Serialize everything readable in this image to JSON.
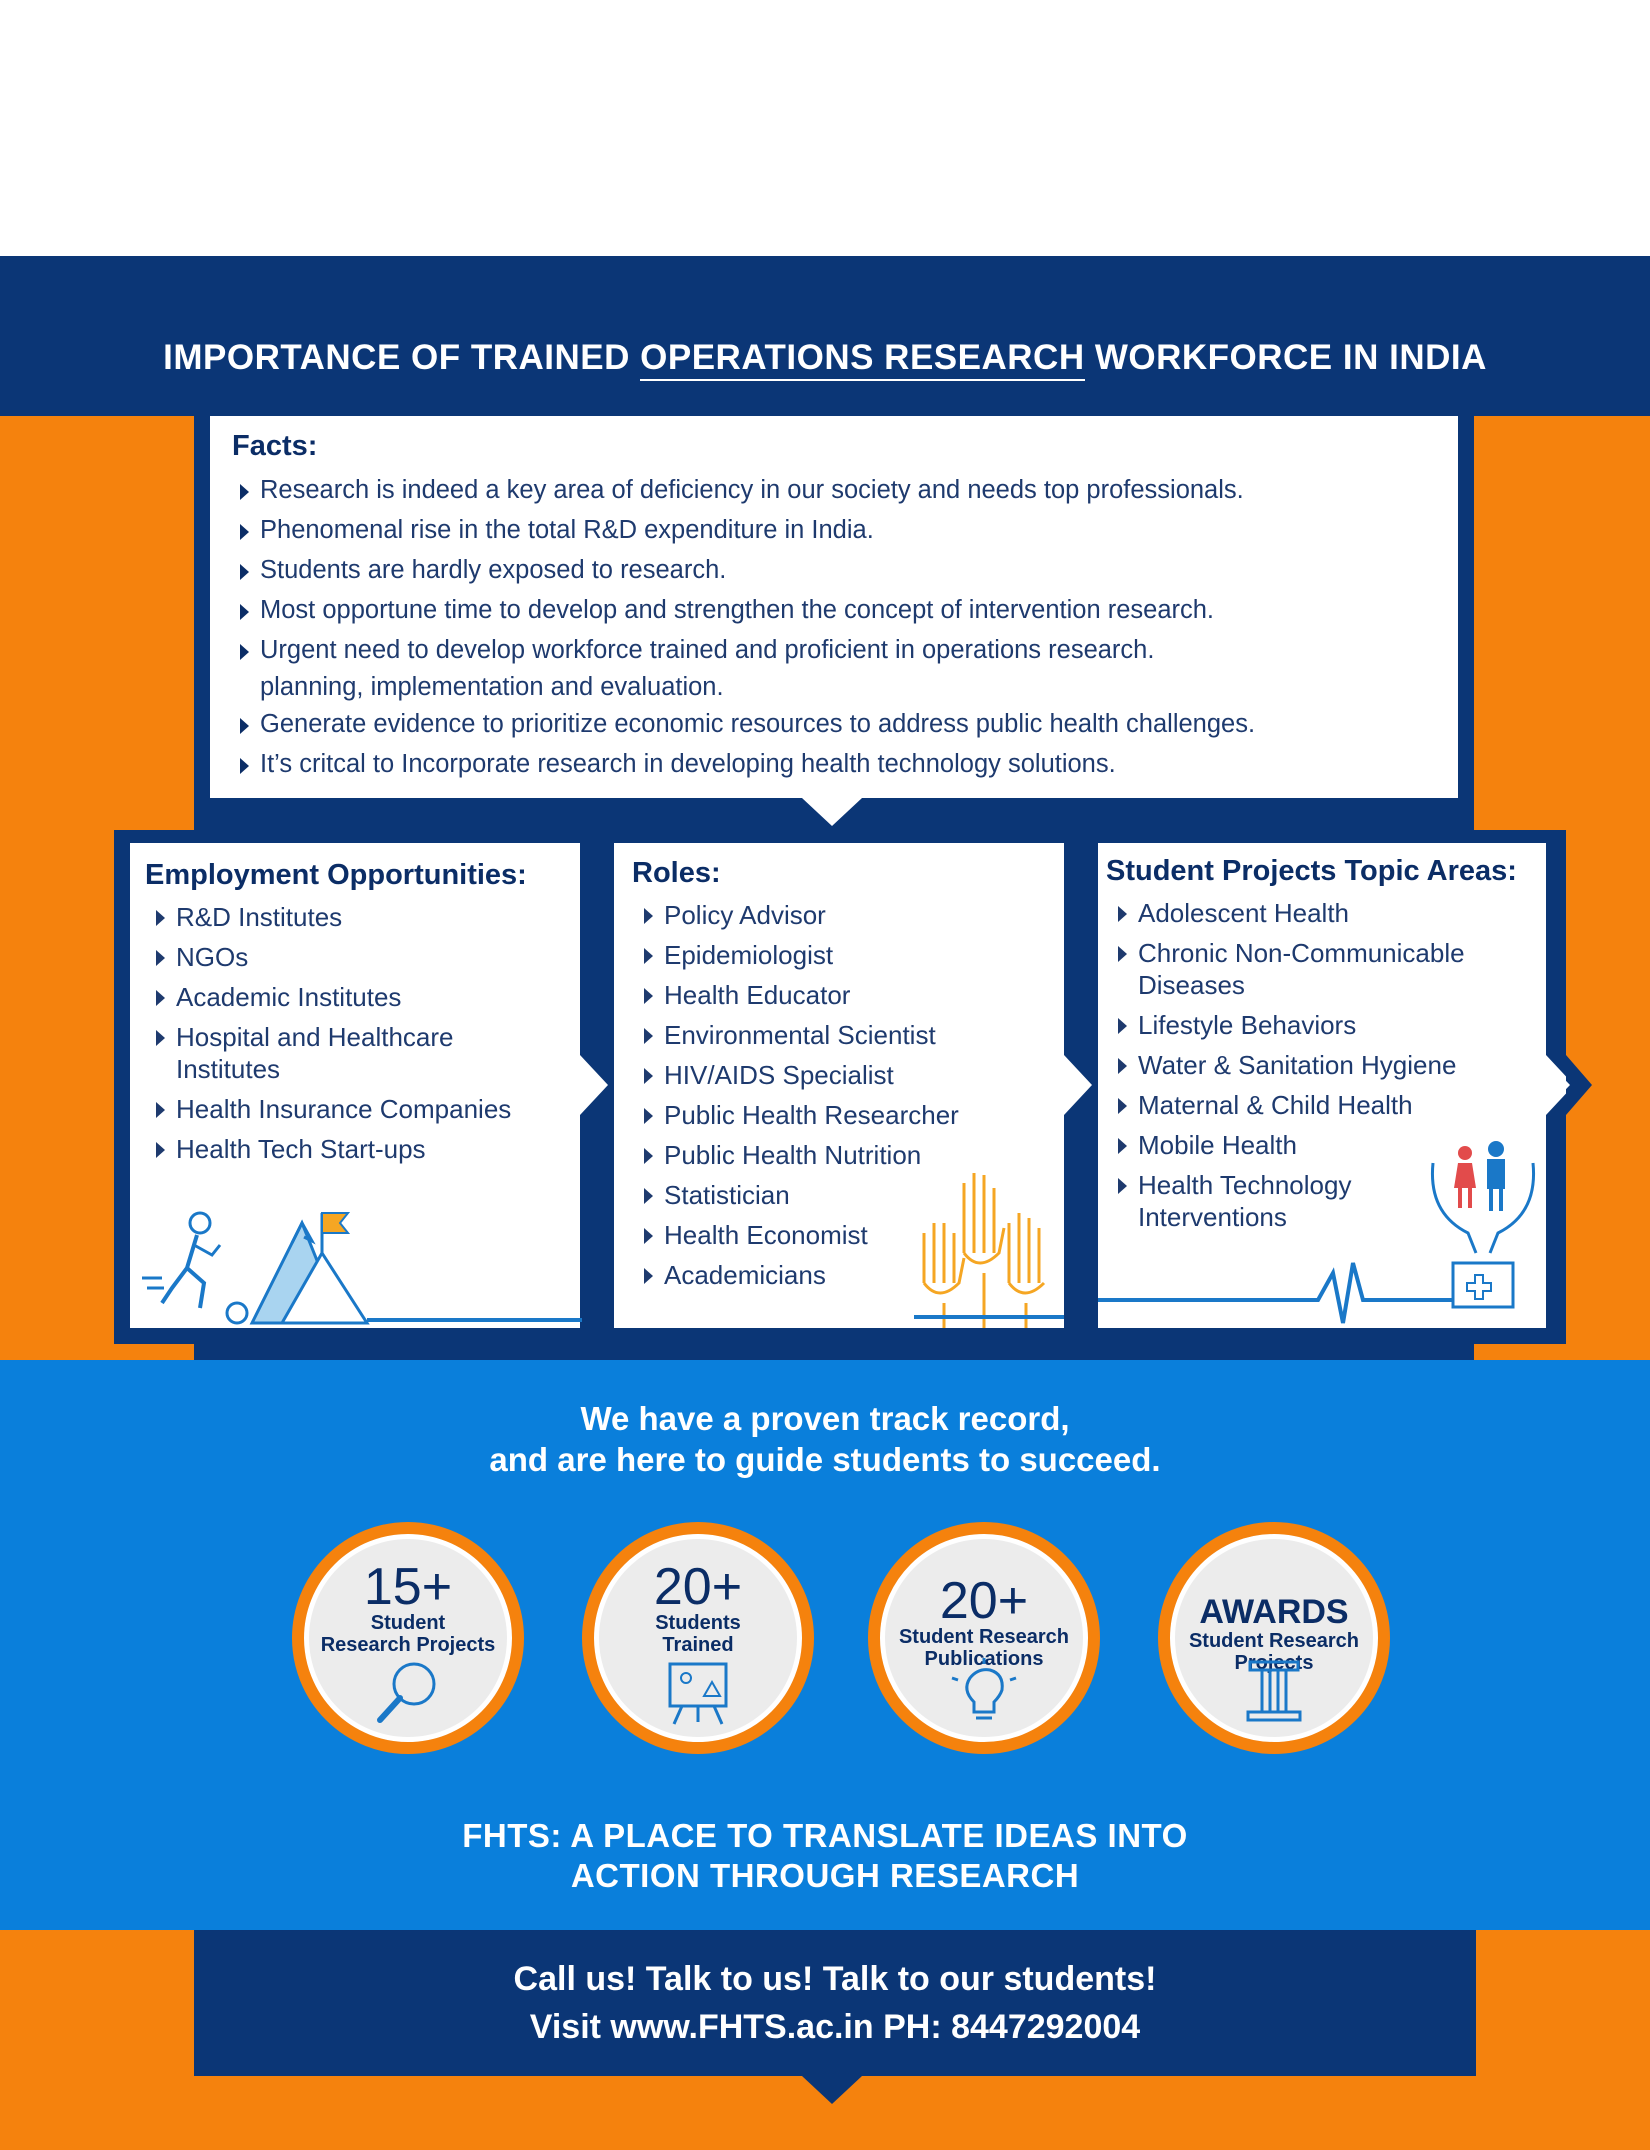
{
  "header": {
    "title_before": "IMPORTANCE OF TRAINED ",
    "title_underlined": "OPERATIONS RESEARCH",
    "title_after": " WORKFORCE IN INDIA"
  },
  "facts": {
    "title": "Facts:",
    "items": [
      {
        "text": "Research is indeed a key area of deficiency in our society and needs top professionals.",
        "cont": ""
      },
      {
        "text": "Phenomenal rise in the total R&D expenditure in India.",
        "cont": ""
      },
      {
        "text": "Students are hardly exposed to research.",
        "cont": ""
      },
      {
        "text": "Most opportune time to develop and strengthen the concept of intervention research.",
        "cont": ""
      },
      {
        "text": "Urgent need to develop workforce trained and proficient in operations research.",
        "cont": "planning, implementation and evaluation."
      },
      {
        "text": "Generate evidence to prioritize economic resources to address public health challenges.",
        "cont": ""
      },
      {
        "text": " It’s critcal to Incorporate research in developing health technology solutions.",
        "cont": ""
      }
    ]
  },
  "employment": {
    "title": "Employment Opportunities:",
    "items": [
      {
        "text": "R&D Institutes",
        "cont": ""
      },
      {
        "text": "NGOs",
        "cont": ""
      },
      {
        "text": "Academic Institutes",
        "cont": ""
      },
      {
        "text": "Hospital and Healthcare",
        "cont": "Institutes"
      },
      {
        "text": "Health Insurance Companies",
        "cont": ""
      },
      {
        "text": "Health Tech Start-ups",
        "cont": ""
      }
    ]
  },
  "roles": {
    "title": "Roles:",
    "items": [
      {
        "text": "Policy Advisor",
        "cont": ""
      },
      {
        "text": "Epidemiologist",
        "cont": ""
      },
      {
        "text": "Health Educator",
        "cont": ""
      },
      {
        "text": "Environmental Scientist",
        "cont": ""
      },
      {
        "text": "HIV/AIDS Specialist",
        "cont": ""
      },
      {
        "text": "Public Health Researcher",
        "cont": ""
      },
      {
        "text": "Public Health Nutrition",
        "cont": ""
      },
      {
        "text": "Statistician",
        "cont": ""
      },
      {
        "text": "Health Economist",
        "cont": ""
      },
      {
        "text": "Academicians",
        "cont": ""
      }
    ]
  },
  "projects": {
    "title": "Student Projects Topic Areas:",
    "items": [
      {
        "text": "Adolescent Health",
        "cont": ""
      },
      {
        "text": "Chronic Non-Communicable",
        "cont": "Diseases"
      },
      {
        "text": "Lifestyle Behaviors",
        "cont": ""
      },
      {
        "text": "Water & Sanitation Hygiene",
        "cont": ""
      },
      {
        "text": "Maternal & Child Health",
        "cont": ""
      },
      {
        "text": "Mobile Health",
        "cont": ""
      },
      {
        "text": "Health Technology",
        "cont": "Interventions"
      }
    ]
  },
  "track_record": {
    "line1": "We have a proven track record,",
    "line2": "and are here to guide students to succeed."
  },
  "stats": [
    {
      "num": "15+",
      "line1": "Student",
      "line2": "Research Projects",
      "icon": "magnifier-icon"
    },
    {
      "num": "20+",
      "line1": "Students",
      "line2": "Trained",
      "icon": "presentation-board-icon"
    },
    {
      "num": "20+",
      "line1": "Student Research",
      "line2": "Publications",
      "icon": "lightbulb-icon"
    },
    {
      "num": "AWARDS",
      "line1": "Student Research",
      "line2": "Projects",
      "icon": "pillar-icon"
    }
  ],
  "tagline": {
    "line1": "FHTS: A PLACE TO TRANSLATE IDEAS INTO",
    "line2": "ACTION THROUGH RESEARCH"
  },
  "footer": {
    "line1": "Call us! Talk to us! Talk to our students!",
    "line2": "Visit www.FHTS.ac.in  PH: 8447292004"
  },
  "colors": {
    "navy": "#0b3676",
    "orange": "#f5820d",
    "blue": "#0a7fdb",
    "white": "#ffffff",
    "text_navy": "#1e3a6e"
  }
}
